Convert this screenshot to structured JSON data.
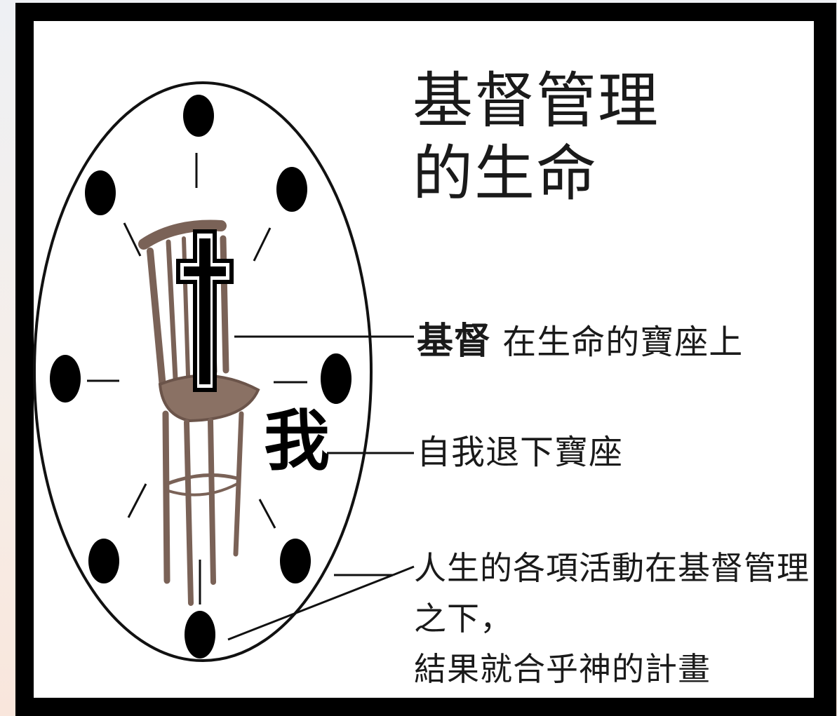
{
  "diagram": {
    "title": "基督管理\n的生命",
    "center_label": "我",
    "captions": {
      "christ_bold": "基督",
      "christ_rest": " 在生命的寶座上",
      "self": "自我退下寶座",
      "activities": "人生的各項活動在基督管理之下，\n結果就合乎神的計畫"
    },
    "icons": [
      "cross-icon",
      "chair-icon",
      "activity-dot-icon"
    ],
    "colors": {
      "frame": "#000000",
      "panel": "#ffffff",
      "ink": "#111111",
      "chair": "#8a7164"
    }
  }
}
